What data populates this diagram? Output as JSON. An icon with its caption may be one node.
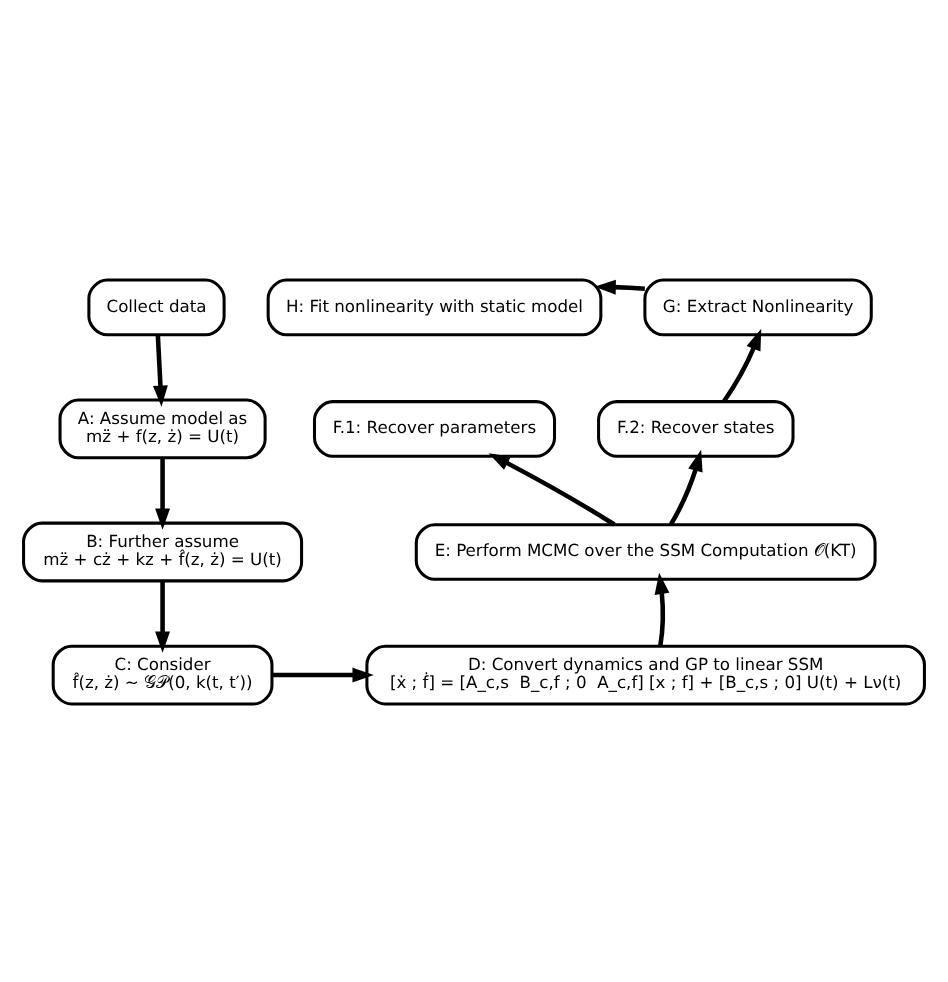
{
  "diagram": {
    "nodes": [
      {
        "text": [
          "Collect data"
        ]
      },
      {
        "text": [
          "A: Assume model as",
          "mz̈ + f(z, ż) = U(t)"
        ]
      },
      {
        "text": [
          "B: Further assume",
          "mz̈ + cż + kz + f̂(z, ż) = U(t)"
        ]
      },
      {
        "text": [
          "C: Consider",
          "f̂(z, ż) ~ 𝒢𝒫(0, k(t, t′))"
        ]
      },
      {
        "text": [
          "D: Convert dynamics and GP to linear SSM",
          "[ẋ ; ḟ] = [A_c,s  B_c,f ; 0  A_c,f] [x ; f] + [B_c,s ; 0] U(t) + Lν(t)"
        ]
      },
      {
        "text": [
          "E: Perform MCMC over the SSM Computation 𝒪(KT)"
        ]
      },
      {
        "text": [
          "F.1: Recover parameters"
        ]
      },
      {
        "text": [
          "F.2: Recover states"
        ]
      },
      {
        "text": [
          "G: Extract Nonlinearity"
        ]
      },
      {
        "text": [
          "H: Fit nonlinearity with static model"
        ]
      }
    ],
    "edges": [
      {
        "from": 0,
        "to": 1,
        "arrow": "to"
      },
      {
        "from": 1,
        "to": 2,
        "arrow": "to"
      },
      {
        "from": 2,
        "to": 3,
        "arrow": "to"
      },
      {
        "from": 3,
        "to": 4,
        "arrow": "to"
      },
      {
        "from": 4,
        "to": 5,
        "arrow": "to"
      },
      {
        "from": 5,
        "to": 6,
        "arrow": "to"
      },
      {
        "from": 5,
        "to": 7,
        "arrow": "to"
      },
      {
        "from": 7,
        "to": 8,
        "arrow": "to"
      },
      {
        "from": 8,
        "to": 9,
        "arrow": "to"
      }
    ]
  }
}
